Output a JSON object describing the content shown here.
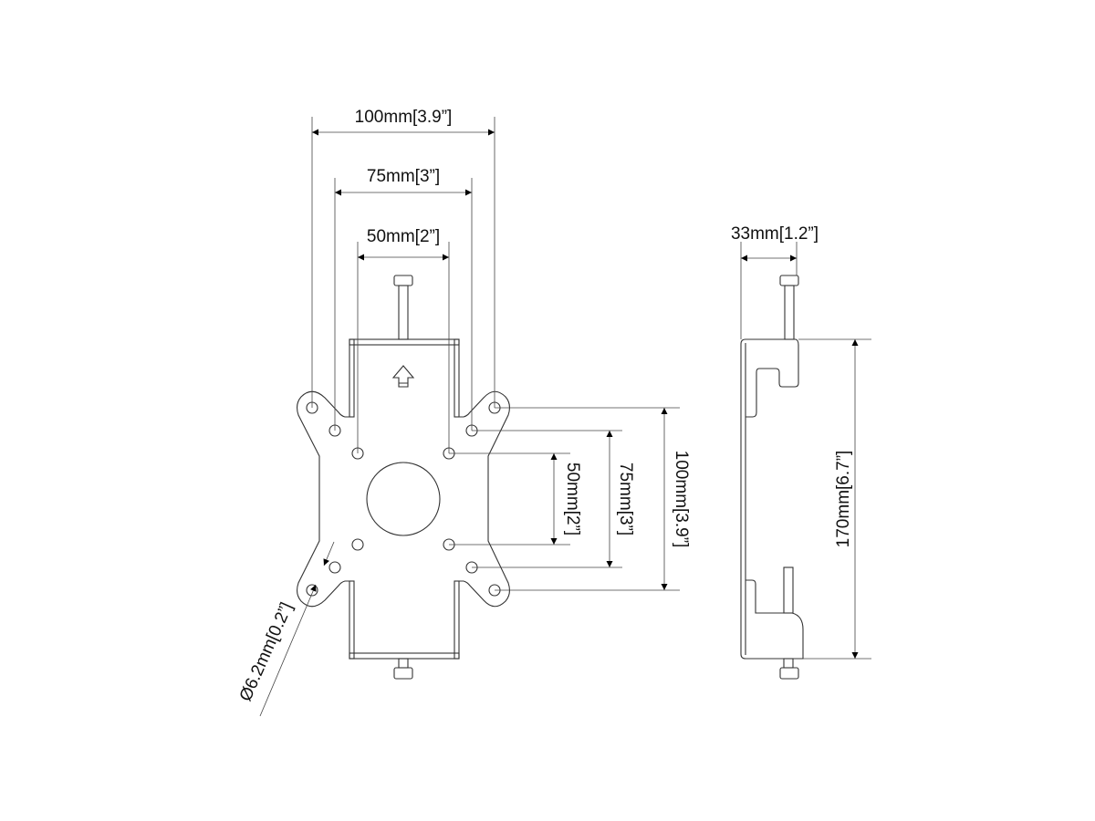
{
  "front_view": {
    "dim_h_100": "100mm[3.9”]",
    "dim_h_75": "75mm[3”]",
    "dim_h_50": "50mm[2”]",
    "dim_v_50": "50mm[2”]",
    "dim_v_75": "75mm[3”]",
    "dim_v_100": "100mm[3.9”]",
    "dim_hole": "Ø6.2mm[0.2”]",
    "arrow_icon": "up-arrow-icon"
  },
  "side_view": {
    "dim_depth": "33mm[1.2”]",
    "dim_height": "170mm[6.7”]"
  }
}
